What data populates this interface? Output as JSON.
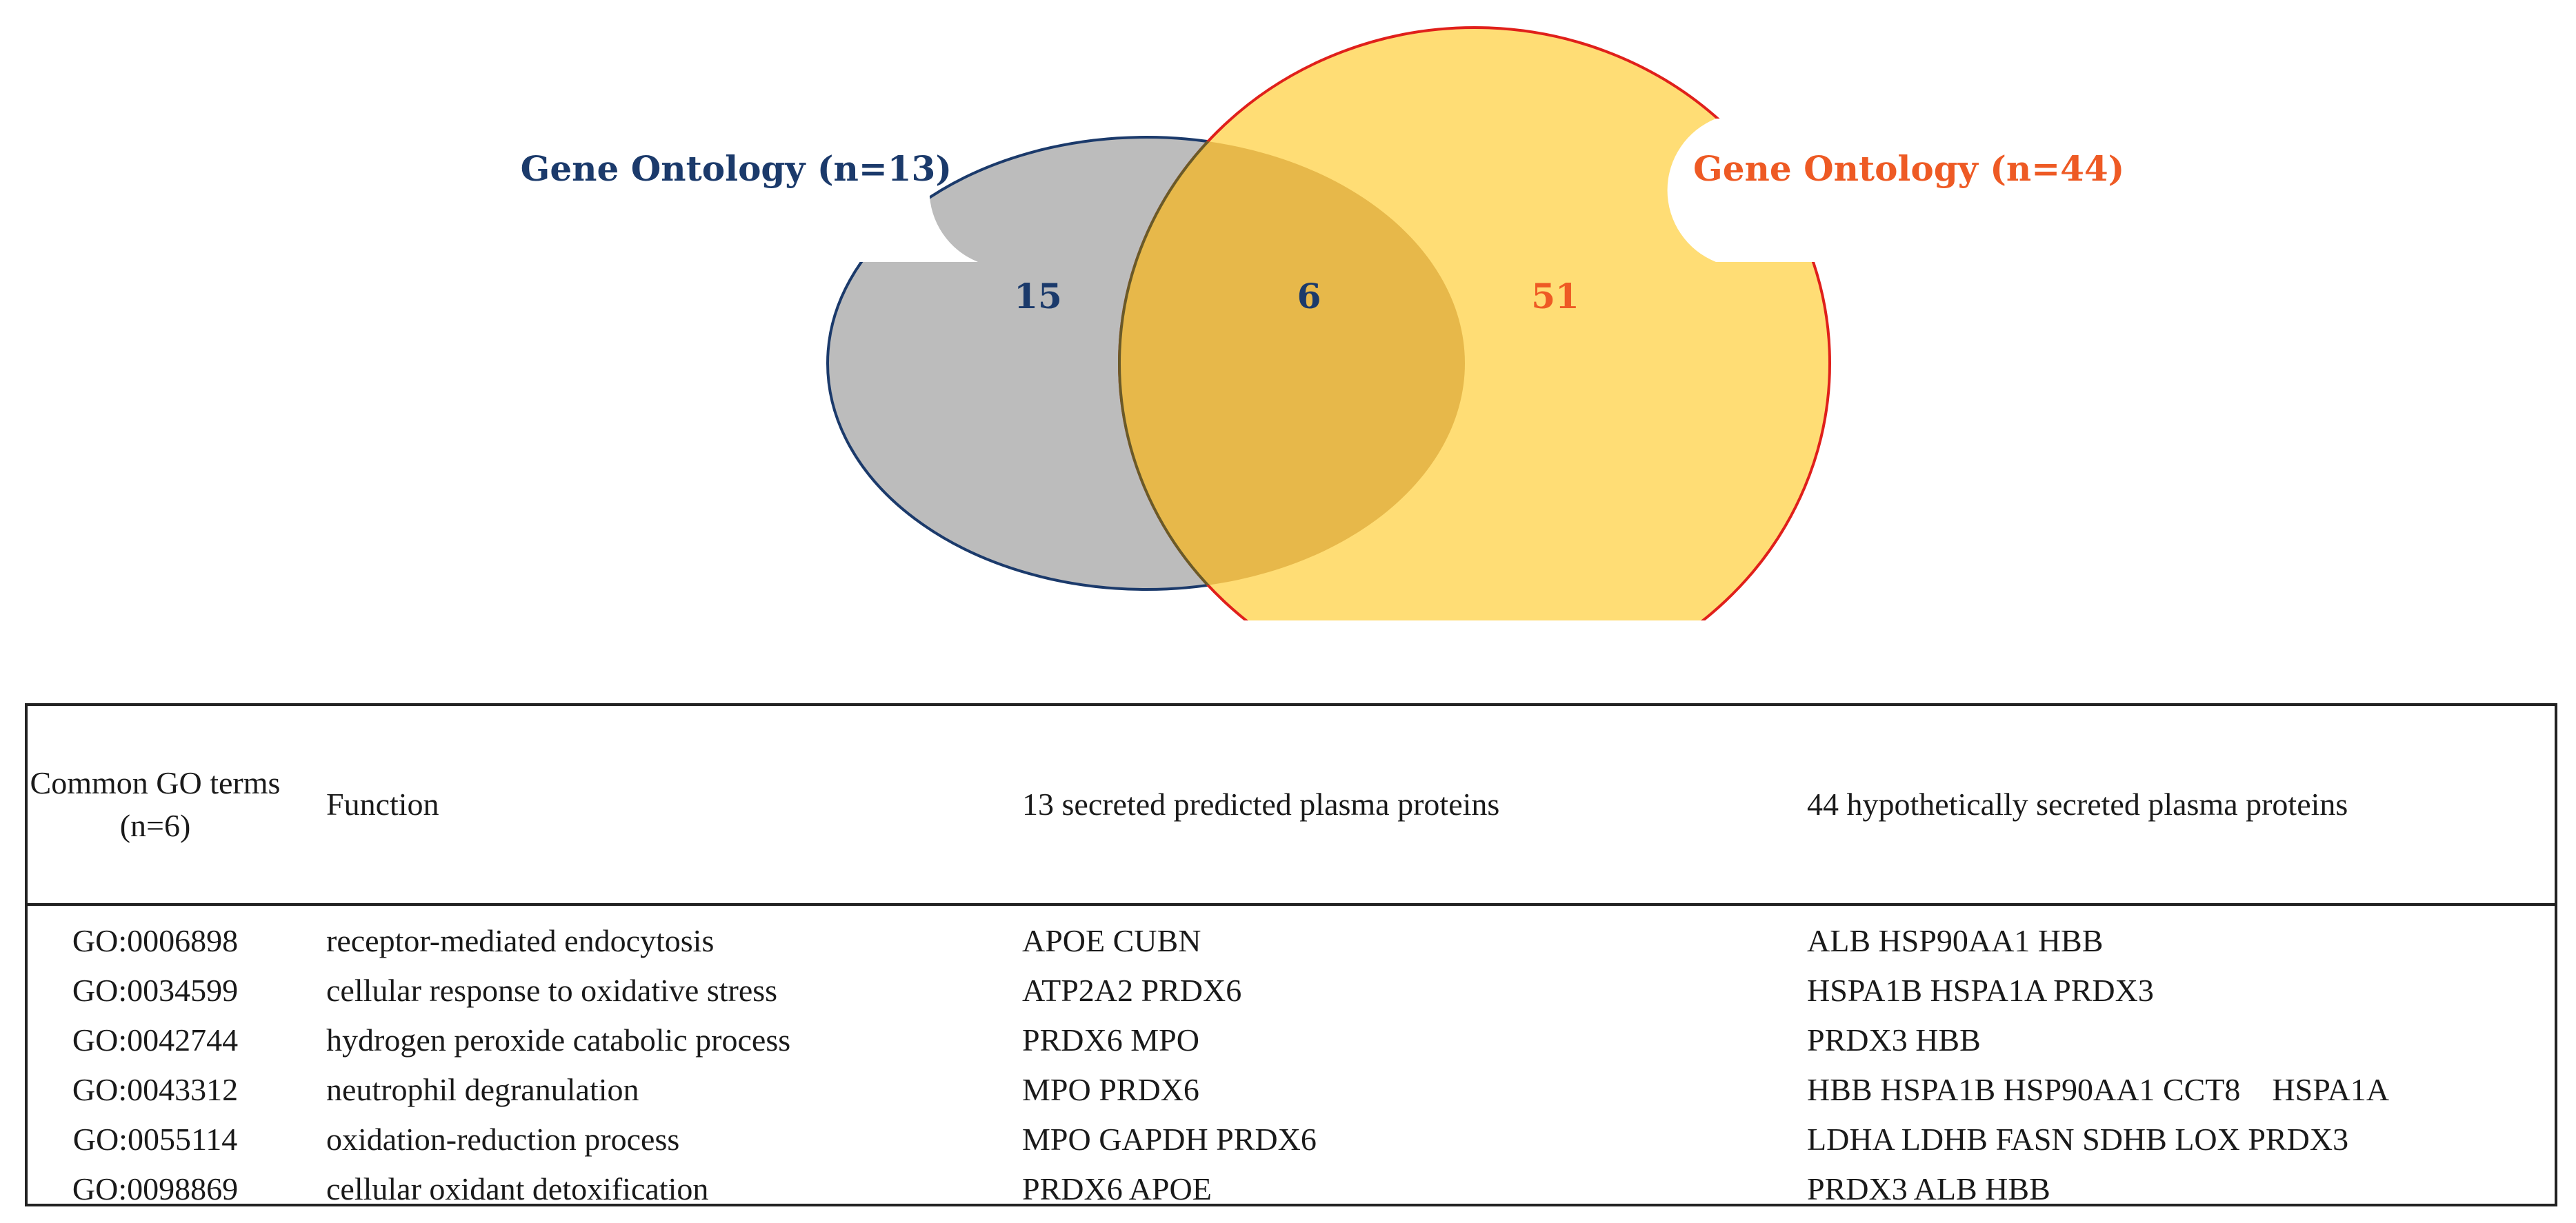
{
  "venn": {
    "left_set": {
      "label": "Gene Ontology (n=13)",
      "unique_count": "15",
      "fill": "#bcbcbc",
      "stroke": "#1b3a6b",
      "label_color": "#1b3a6b"
    },
    "right_set": {
      "label": "Gene Ontology (n=44)",
      "unique_count": "51",
      "fill": "#ffdd75",
      "stroke": "#e0201b",
      "label_color": "#ee5a24"
    },
    "intersection": {
      "count": "6",
      "fill": "#e7b84a",
      "stroke": "#6a5a28",
      "label_color": "#1b3a6b"
    }
  },
  "table": {
    "headers": {
      "go_term": "Common GO terms (n=6)",
      "function": "Function",
      "predicted": "13 secreted predicted plasma proteins",
      "hypothetical": "44 hypothetically secreted plasma proteins"
    },
    "rows": [
      {
        "go": "GO:0006898",
        "function": "receptor-mediated endocytosis",
        "predicted": "APOE CUBN",
        "hypothetical": "ALB HSP90AA1 HBB"
      },
      {
        "go": "GO:0034599",
        "function": "cellular response to oxidative stress",
        "predicted": "ATP2A2 PRDX6",
        "hypothetical": "HSPA1B HSPA1A PRDX3"
      },
      {
        "go": "GO:0042744",
        "function": "hydrogen peroxide catabolic process",
        "predicted": "PRDX6 MPO",
        "hypothetical": "PRDX3 HBB"
      },
      {
        "go": "GO:0043312",
        "function": "neutrophil degranulation",
        "predicted": "MPO PRDX6",
        "hypothetical": "HBB HSPA1B HSP90AA1 CCT8    HSPA1A"
      },
      {
        "go": "GO:0055114",
        "function": "oxidation-reduction process",
        "predicted": "MPO GAPDH PRDX6",
        "hypothetical": "LDHA LDHB FASN SDHB LOX PRDX3"
      },
      {
        "go": "GO:0098869",
        "function": "cellular oxidant detoxification",
        "predicted": "PRDX6 APOE",
        "hypothetical": "PRDX3 ALB HBB"
      }
    ]
  }
}
